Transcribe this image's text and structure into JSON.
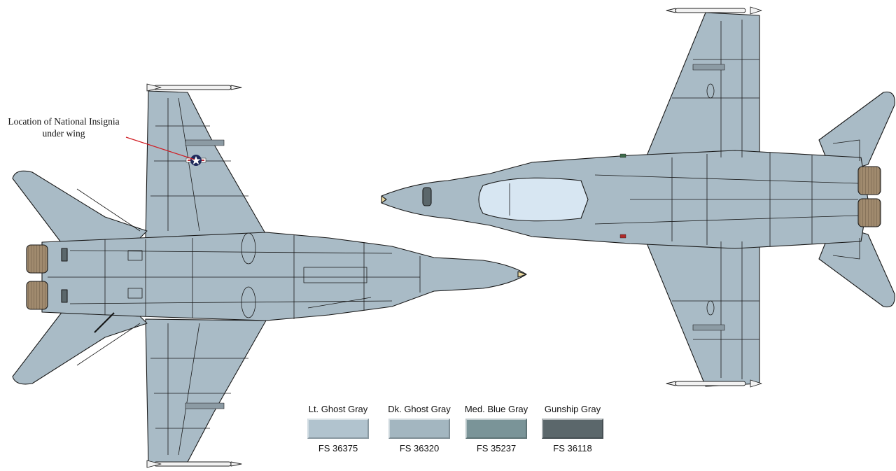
{
  "callout": {
    "line1": "Location of National Insignia",
    "line2": "under wing"
  },
  "colors": {
    "airframe": "#a9bbc6",
    "outline": "#1a1a1a",
    "exhaust": "#a08a6e",
    "canopy": "#d7e6f2",
    "insignia_blue": "#1f2a5c",
    "insignia_red": "#c0303a",
    "leader_line": "#d01b22"
  },
  "swatches": [
    {
      "name": "Lt. Ghost Gray",
      "code": "FS 36375",
      "color": "#b1c3ce"
    },
    {
      "name": "Dk. Ghost Gray",
      "code": "FS 36320",
      "color": "#a3b6c0"
    },
    {
      "name": "Med. Blue Gray",
      "code": "FS 35237",
      "color": "#7a9498"
    },
    {
      "name": "Gunship Gray",
      "code": "FS 36118",
      "color": "#5b676b"
    }
  ]
}
